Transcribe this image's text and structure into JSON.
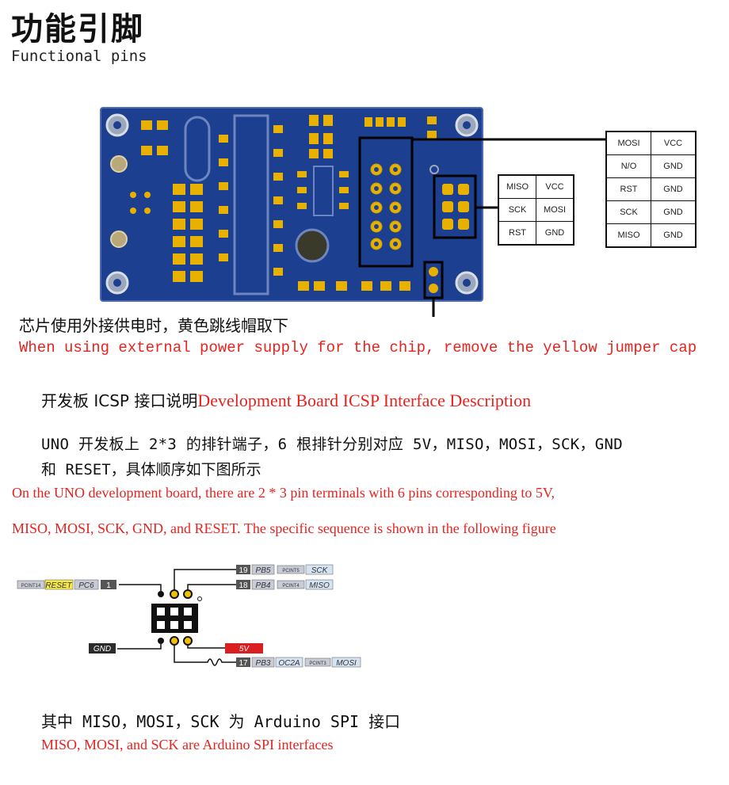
{
  "header": {
    "title_cn": "功能引脚",
    "title_en": "Functional pins"
  },
  "board": {
    "pcb_color": "#1d3f8f",
    "pad_color": "#e8b100",
    "header_6pin_table": [
      [
        "MISO",
        "VCC"
      ],
      [
        "SCK",
        "MOSI"
      ],
      [
        "RST",
        "GND"
      ]
    ],
    "header_10pin_table": [
      [
        "MOSI",
        "VCC"
      ],
      [
        "N/O",
        "GND"
      ],
      [
        "RST",
        "GND"
      ],
      [
        "SCK",
        "GND"
      ],
      [
        "MISO",
        "GND"
      ]
    ],
    "jumper_note_cn": "芯片使用外接供电时，黄色跳线帽取下",
    "jumper_note_en": "When using external power supply for the chip, remove the yellow jumper cap"
  },
  "icsp": {
    "heading_cn": "开发板 ICSP 接口说明",
    "heading_en": "Development Board ICSP Interface Description",
    "desc_cn_line1": "UNO 开发板上 2*3 的排针端子，6 根排针分别对应  5V，MISO，MOSI，SCK，GND",
    "desc_cn_line2": "和 RESET，具体顺序如下图所示",
    "desc_en_line1": "On the UNO development board, there are 2 * 3 pin terminals with 6 pins corresponding to 5V,",
    "desc_en_line2": "MISO, MOSI, SCK, GND, and RESET. The specific sequence is shown in the following figure"
  },
  "pinout": {
    "left_top": {
      "pcint": "PCINT14",
      "name": "RESET",
      "port": "PC6",
      "num": "1"
    },
    "left_bottom": {
      "name": "GND"
    },
    "right_1": {
      "num": "19",
      "port": "PB5",
      "pcint": "PCINT5",
      "func": "SCK"
    },
    "right_2": {
      "num": "18",
      "port": "PB4",
      "pcint": "PCINT4",
      "func": "MISO"
    },
    "right_3": {
      "name": "5V"
    },
    "right_4": {
      "num": "17",
      "port": "PB3",
      "alt": "OC2A",
      "pcint": "PCINT3",
      "func": "MOSI"
    },
    "colors": {
      "reset": "#f5e94a",
      "power": "#d91f1f",
      "gnd": "#2b2b2b",
      "tag": "#c9ccd6",
      "func": "#d6e3f2"
    }
  },
  "footer": {
    "spi_cn": "其中 MISO，MOSI，SCK 为 Arduino SPI  接口",
    "spi_en": "MISO, MOSI, and SCK are Arduino SPI interfaces"
  }
}
